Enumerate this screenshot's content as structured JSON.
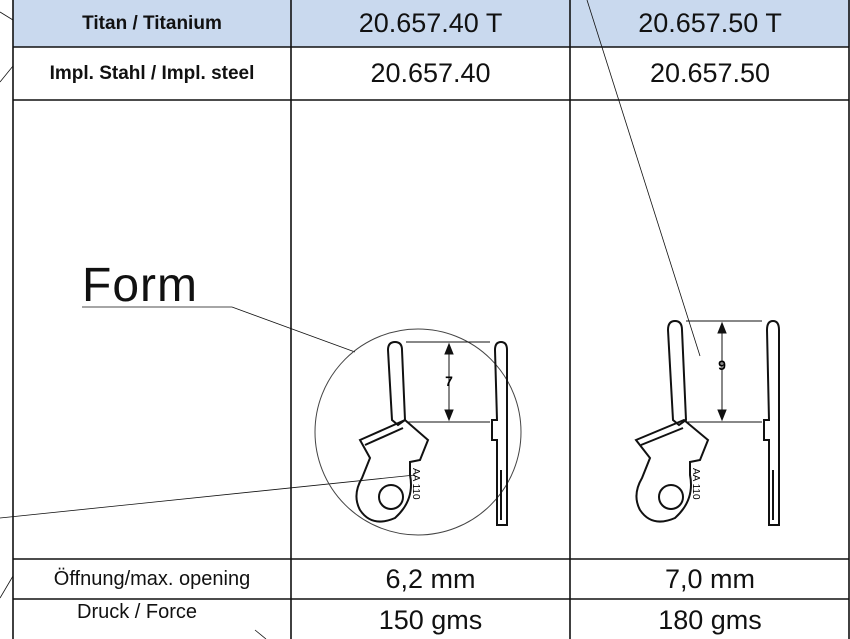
{
  "table": {
    "header_row": {
      "label": "Titan / Titanium",
      "col1": "20.657.40 T",
      "col2": "20.657.50 T"
    },
    "steel_row": {
      "label": "Impl. Stahl / Impl. steel",
      "col1": "20.657.40",
      "col2": "20.657.50"
    },
    "form_row": {
      "label": "Form",
      "dim1": "7",
      "dim2": "9",
      "engraving": "AA 110"
    },
    "opening_row": {
      "label": "Öffnung/max. opening",
      "col1": "6,2 mm",
      "col2": "7,0 mm"
    },
    "force_row": {
      "label": "Druck / Force",
      "col1": "150 gms",
      "col2": "180 gms"
    }
  },
  "colors": {
    "header_bg": "#c9d9ee",
    "grid": "#111111"
  }
}
